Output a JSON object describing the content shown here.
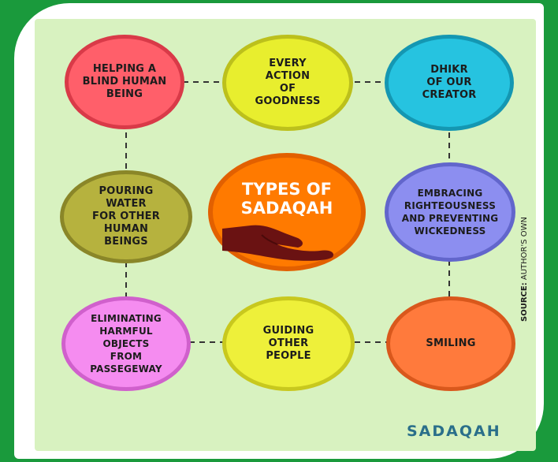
{
  "center": {
    "title": "TYPES OF\nSADAQAH"
  },
  "circles": {
    "blind": {
      "label": "HELPING A\nBLIND HUMAN\nBEING",
      "color": "#ff5f6a"
    },
    "goodness": {
      "label": "EVERY\nACTION\nOF\nGOODNESS",
      "color": "#e8ee2e"
    },
    "dhikr": {
      "label": "DHIKR\nOF OUR\nCREATOR",
      "color": "#26c3e0"
    },
    "water": {
      "label": "POURING\nWATER\nFOR OTHER\nHUMAN\nBEINGS",
      "color": "#b6b23e"
    },
    "righteousness": {
      "label": "EMBRACING\nRIGHTEOUSNESS\nAND PREVENTING\nWICKEDNESS",
      "color": "#8c8ef0"
    },
    "harmful": {
      "label": "ELIMINATING\nHARMFUL\nOBJECTS\nFROM\nPASSEGEWAY",
      "color": "#f58cf0"
    },
    "guiding": {
      "label": "GUIDING\nOTHER\nPEOPLE",
      "color": "#eef03a"
    },
    "smiling": {
      "label": "SMILING",
      "color": "#ff7a3c"
    }
  },
  "source": {
    "prefix": "SOURCE:",
    "text": "AUTHOR'S OWN"
  },
  "logo": {
    "text": "SADAQAH"
  }
}
